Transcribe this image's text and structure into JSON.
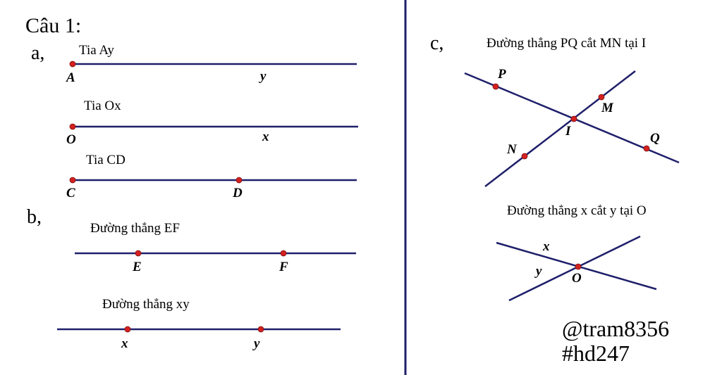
{
  "title": "Câu 1:",
  "parts": {
    "a": "a,",
    "b": "b,",
    "c": "c,"
  },
  "captions": {
    "ray_ay": "Tia Ay",
    "ray_ox": "Tia Ox",
    "ray_cd": "Tia CD",
    "line_ef": "Đường thẳng EF",
    "line_xy": "Đường thẳng xy",
    "pq_mn": "Đường thẳng PQ cắt MN tại I",
    "x_y": "Đường thẳng x cắt y tại O"
  },
  "labels": {
    "A": "A",
    "y1": "y",
    "O1": "O",
    "x1": "x",
    "C": "C",
    "D": "D",
    "E": "E",
    "F": "F",
    "x2": "x",
    "y2": "y",
    "P": "P",
    "M": "M",
    "I": "I",
    "N": "N",
    "Q": "Q",
    "x3": "x",
    "y3": "y",
    "O2": "O"
  },
  "watermark": {
    "line1": "@tram8356",
    "line2": "#hd247"
  },
  "colors": {
    "line": "#1f1f6b",
    "point": "#d42020",
    "divider": "#1f1f6b"
  }
}
